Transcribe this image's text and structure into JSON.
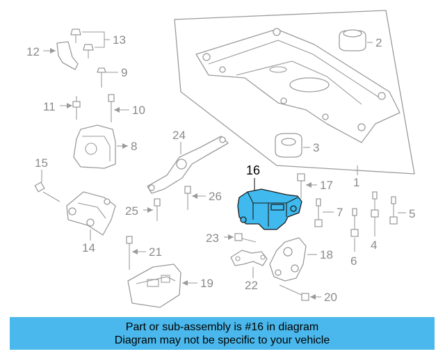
{
  "callouts": [
    {
      "id": "1",
      "label": "1"
    },
    {
      "id": "2",
      "label": "2"
    },
    {
      "id": "3",
      "label": "3"
    },
    {
      "id": "4",
      "label": "4"
    },
    {
      "id": "5",
      "label": "5"
    },
    {
      "id": "6",
      "label": "6"
    },
    {
      "id": "7",
      "label": "7"
    },
    {
      "id": "8",
      "label": "8"
    },
    {
      "id": "9",
      "label": "9"
    },
    {
      "id": "10",
      "label": "10"
    },
    {
      "id": "11",
      "label": "11"
    },
    {
      "id": "12",
      "label": "12"
    },
    {
      "id": "13",
      "label": "13"
    },
    {
      "id": "14",
      "label": "14"
    },
    {
      "id": "15",
      "label": "15"
    },
    {
      "id": "16",
      "label": "16"
    },
    {
      "id": "17",
      "label": "17"
    },
    {
      "id": "18",
      "label": "18"
    },
    {
      "id": "19",
      "label": "19"
    },
    {
      "id": "20",
      "label": "20"
    },
    {
      "id": "21",
      "label": "21"
    },
    {
      "id": "22",
      "label": "22"
    },
    {
      "id": "23",
      "label": "23"
    },
    {
      "id": "24",
      "label": "24"
    },
    {
      "id": "25",
      "label": "25"
    },
    {
      "id": "26",
      "label": "26"
    }
  ],
  "highlighted_part": "16",
  "colors": {
    "highlight_fill": "#3fb9ee",
    "banner_background": "#4ab8ec",
    "part_outline": "#9a9a9a",
    "callout_text": "#8a8a8a"
  },
  "banner": {
    "line1": "Part or sub-assembly is #16 in diagram",
    "line2": "Diagram may not be specific to your vehicle"
  }
}
